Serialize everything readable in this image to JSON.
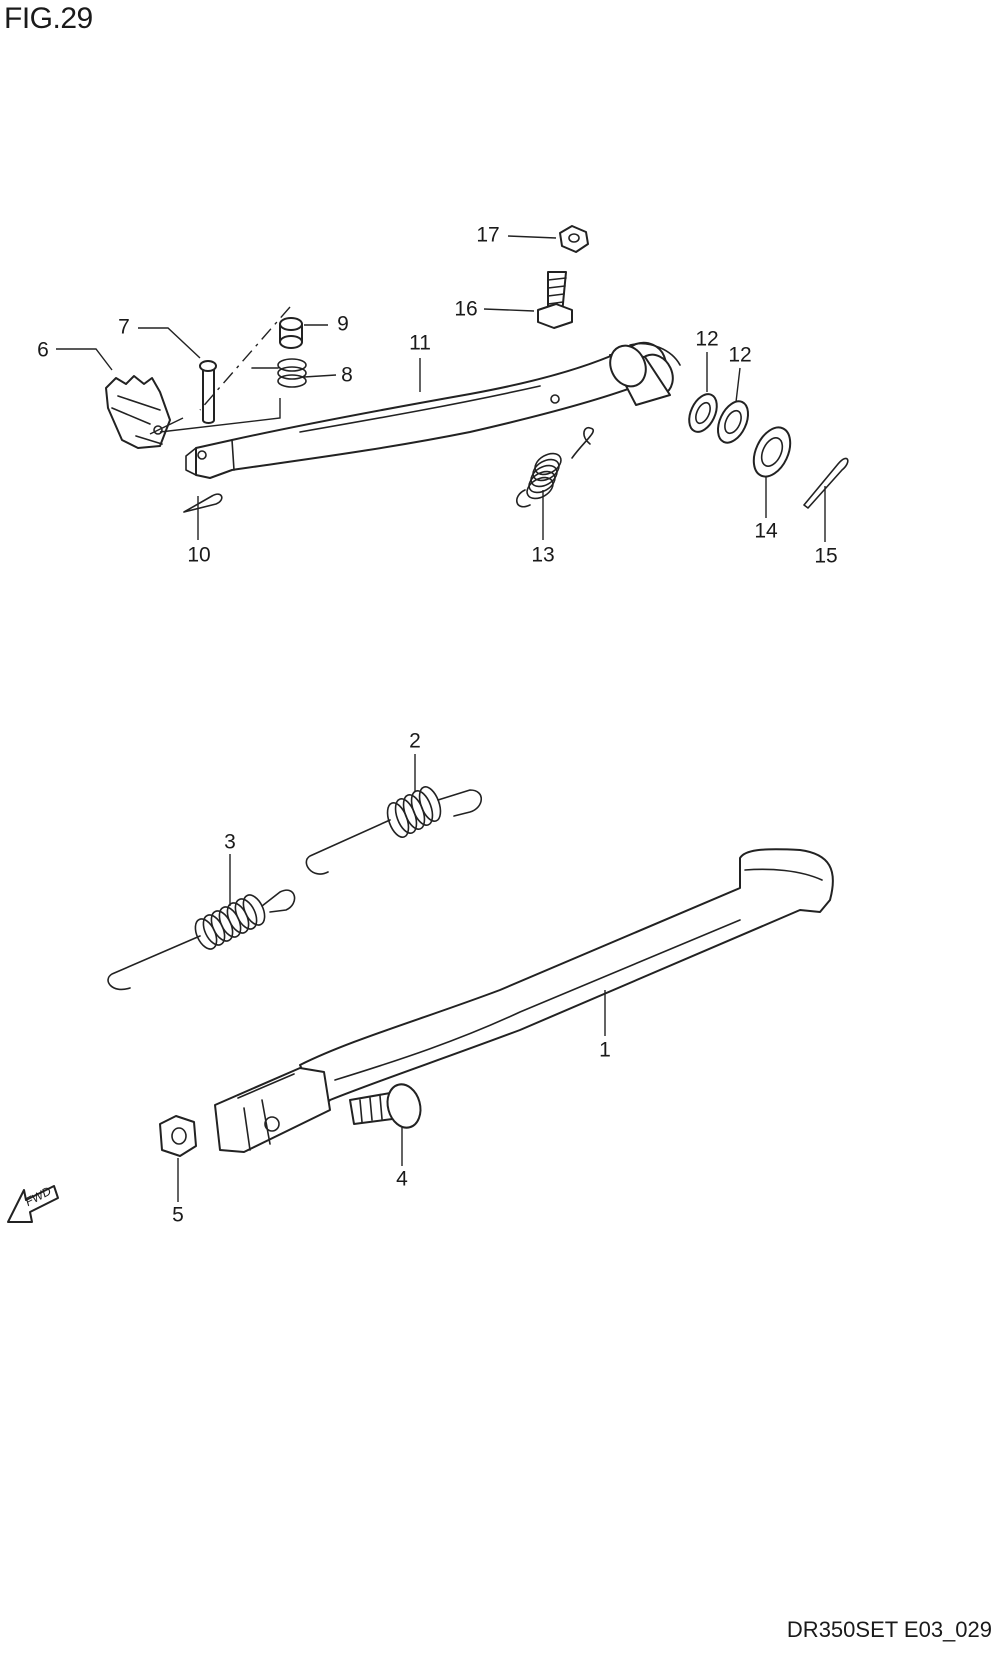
{
  "figure": {
    "title": "FIG.29",
    "code": "DR350SET E03_029"
  },
  "fwd_label": "FWD",
  "callouts": {
    "1": "1",
    "2": "2",
    "3": "3",
    "4": "4",
    "5": "5",
    "6": "6",
    "7": "7",
    "8": "8",
    "9": "9",
    "10": "10",
    "11": "11",
    "12a": "12",
    "12b": "12",
    "13": "13",
    "14": "14",
    "15": "15",
    "16": "16",
    "17": "17"
  }
}
